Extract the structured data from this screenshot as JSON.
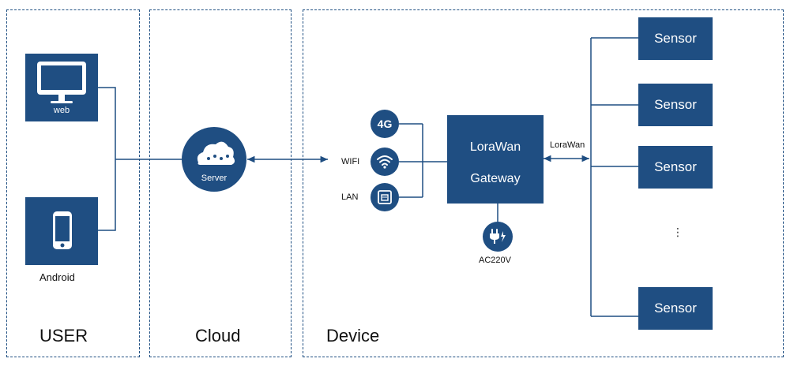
{
  "zones": {
    "user": "USER",
    "cloud": "Cloud",
    "device": "Device"
  },
  "user": {
    "web_label": "web",
    "android_label": "Android"
  },
  "cloud": {
    "server_label": "Server"
  },
  "device": {
    "uplinks": {
      "g4": "4G",
      "wifi": "WIFI",
      "lan": "LAN"
    },
    "gateway": {
      "line1": "LoraWan",
      "line2": "Gateway"
    },
    "power_label": "AC220V",
    "link_label": "LoraWan",
    "sensors": [
      "Sensor",
      "Sensor",
      "Sensor",
      "Sensor"
    ],
    "ellipsis": "⋮"
  },
  "colors": {
    "primary": "#1f4e82",
    "dash": "#1f4f82"
  }
}
